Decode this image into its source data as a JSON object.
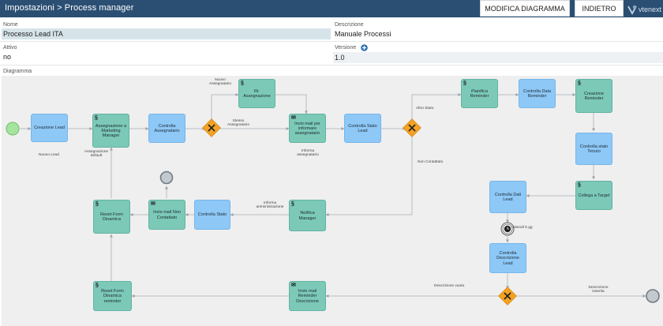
{
  "header": {
    "breadcrumb": "Impostazioni > Process manager",
    "edit_button": "MODIFICA DIAGRAMMA",
    "back_button": "INDIETRO",
    "logo_text": "vtenext"
  },
  "form": {
    "name_label": "Nome",
    "name_value": "Processo Lead ITA",
    "description_label": "Descrizione",
    "description_value": "Manuale Processi",
    "active_label": "Attivo",
    "active_value": "no",
    "version_label": "Versione",
    "version_value": "1.0",
    "diagram_label": "Diagramma"
  },
  "colors": {
    "topbar": "#2b4f73",
    "task_blue": "#8ec8f7",
    "task_green": "#7cc9b8",
    "gateway": "#f4a224",
    "start_event": "#a6e4a0",
    "end_event": "#b5bec5"
  },
  "diagram": {
    "nodes": {
      "creazione_lead": "Creazione Lead",
      "assegnazione": "Assegnazione a Marketing Manager",
      "controlla_assegnatario": "Controlla Assegnatario",
      "riassegnazione": "Ri-Assegnazione",
      "invio_mail_assegnatario": "Invio mail per informare assegnatario",
      "controlla_stato_lead": "Controlla Stato Lead",
      "pianifica_reminder": "Pianifica Reminder",
      "controlla_data_reminder": "Controlla Data Reminder",
      "creazione_reminder": "Creazione Reminder",
      "controlla_stato_tenuto": "Controlla stato Tenuto",
      "collega_target": "Collega a Target",
      "controlla_dati_lead": "Controlla Dati Lead",
      "controlla_descrizione_lead": "Controlla Descrizione Lead",
      "notifica_manager": "Notifica Manager",
      "controlla_stato": "Controlla Stato",
      "invio_mail_non_contattato": "Invio mail Non Contattato",
      "reset_form_dinamica": "Reset Form Dinamica",
      "reset_form_reminder": "Reset Form Dinamica reminder",
      "invio_mail_reminder": "Invio mail Reminder Descrizione"
    },
    "edge_labels": {
      "nuovo_assegnatario": "Nuovo Assegnatario",
      "stesso_assegnatario": "Stesso Assegnatario",
      "informa_assegnatario": "Informa assegnatario",
      "altro_stato": "Altro Stato",
      "non_contattato": "Non Contattato",
      "nuovo_lead": "Nuovo Lead",
      "assegnazione_default": "Assegnazione default",
      "informa_amministrazione": "Informa amministrazione",
      "attendi": "Attendi 5 gg",
      "descrizione_vuota": "Descrizione vuota",
      "descrizione_inserita": "Descrizione inserita"
    }
  }
}
